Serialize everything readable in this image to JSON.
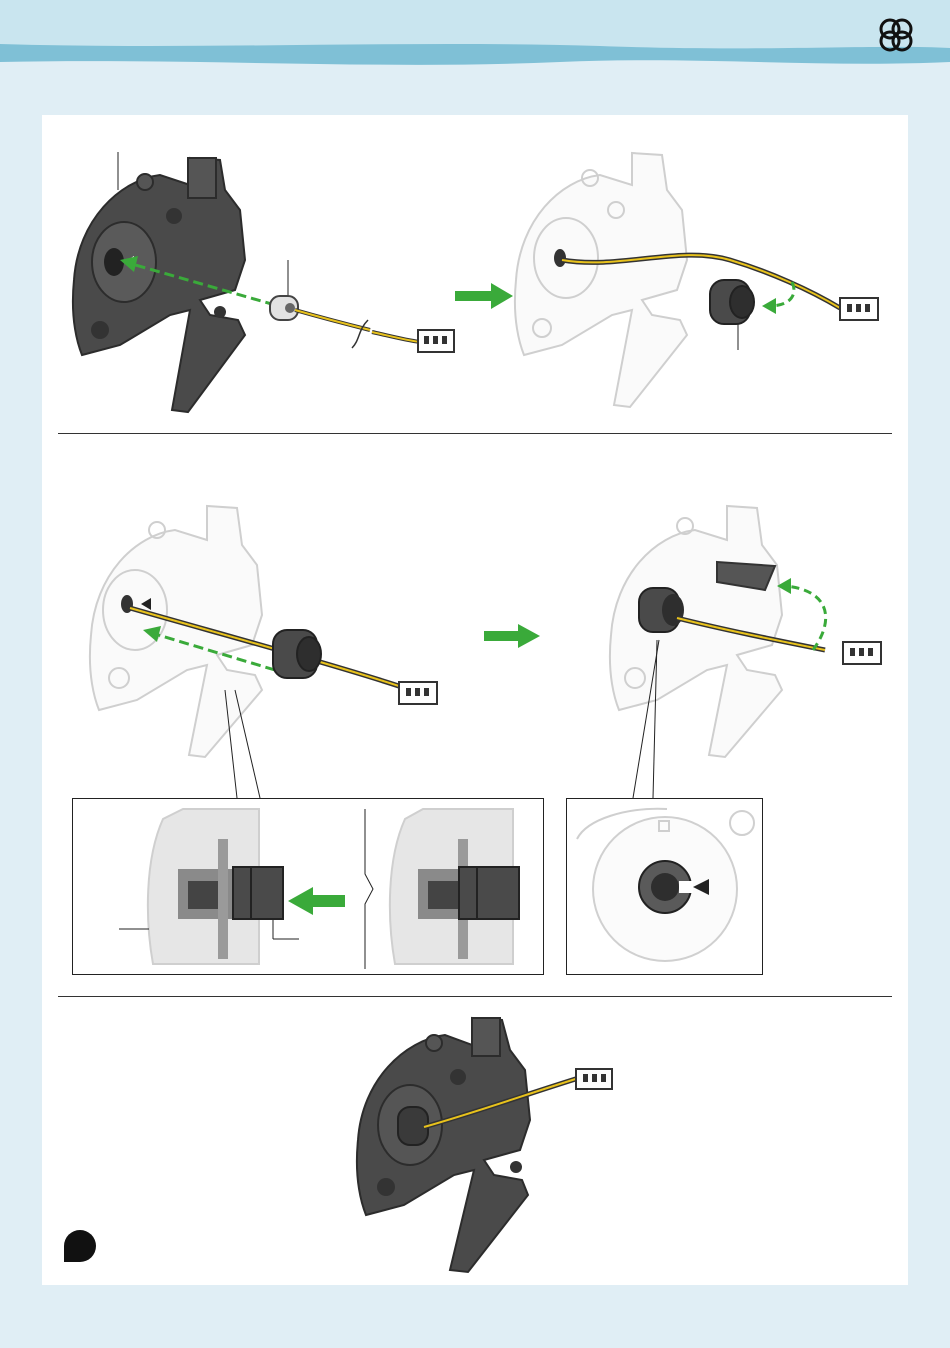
{
  "colors": {
    "band": "#a9d4e4",
    "band_dark": "#6fb7cf",
    "page_bg": "#e0eef5",
    "part_dark": "#444444",
    "part_ghost": "#dcdcdc",
    "arrow_green": "#3aaa3a",
    "wire_yellow": "#e8c21c"
  },
  "icons": {
    "logo": "cloud-bubbles-icon",
    "note": "note-bullet-icon"
  },
  "steps": [
    {
      "id": "step-1",
      "figures": [
        "grommet-insert-view",
        "cable-routed-view"
      ]
    },
    {
      "id": "step-2",
      "figures": [
        "grommet-seat-view",
        "cable-clip-view"
      ]
    },
    {
      "id": "step-3",
      "figures": [
        "assembled-view"
      ]
    }
  ]
}
